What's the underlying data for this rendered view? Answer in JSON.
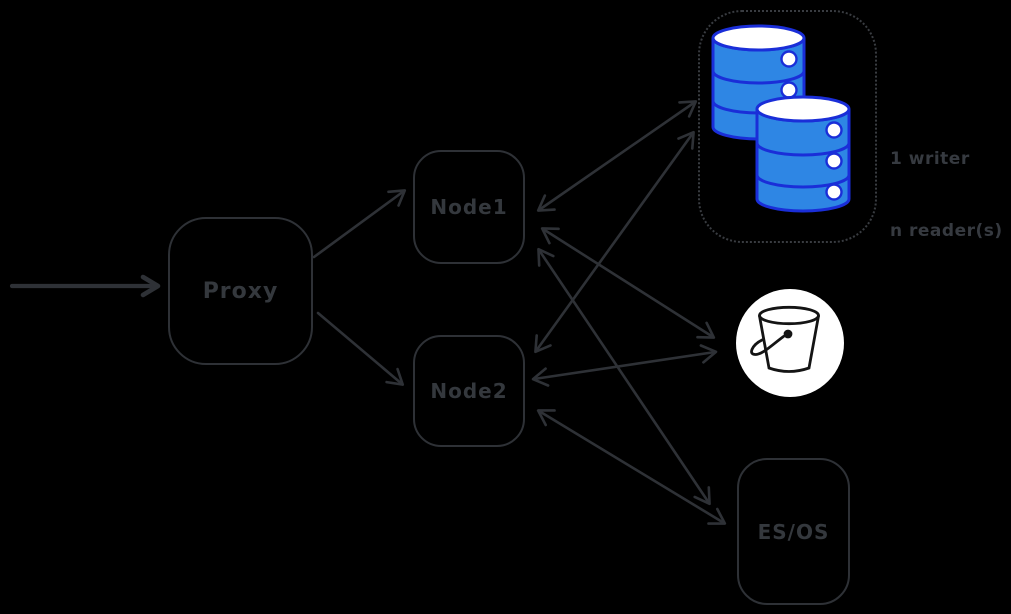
{
  "diagram": {
    "title": "proxy-nodes-storage-architecture",
    "colors": {
      "background": "#000000",
      "stroke": "#2e3136",
      "database_fill": "#2e86e4",
      "database_stroke": "#1a2ed8",
      "database_top": "#ffffff",
      "bucket_background": "#ffffff",
      "bucket_stroke": "#141414"
    },
    "nodes": {
      "proxy": {
        "label": "Proxy"
      },
      "node1": {
        "label": "Node1"
      },
      "node2": {
        "label": "Node2"
      },
      "es_os": {
        "label": "ES/OS"
      },
      "database_cluster": {
        "icon": "database-cylinders-icon",
        "cylinder_count": 2,
        "annotation": {
          "line1": "1 writer",
          "line2": "n reader(s)"
        }
      },
      "bucket": {
        "icon": "bucket-icon"
      }
    },
    "edges": [
      {
        "from": "client",
        "to": "proxy",
        "bidirectional": false
      },
      {
        "from": "proxy",
        "to": "node1",
        "bidirectional": false
      },
      {
        "from": "proxy",
        "to": "node2",
        "bidirectional": false
      },
      {
        "from": "node1",
        "to": "database_cluster",
        "bidirectional": true
      },
      {
        "from": "node2",
        "to": "database_cluster",
        "bidirectional": true
      },
      {
        "from": "node1",
        "to": "bucket",
        "bidirectional": true
      },
      {
        "from": "node2",
        "to": "bucket",
        "bidirectional": true
      },
      {
        "from": "node1",
        "to": "es_os",
        "bidirectional": true
      },
      {
        "from": "node2",
        "to": "es_os",
        "bidirectional": true
      }
    ]
  }
}
